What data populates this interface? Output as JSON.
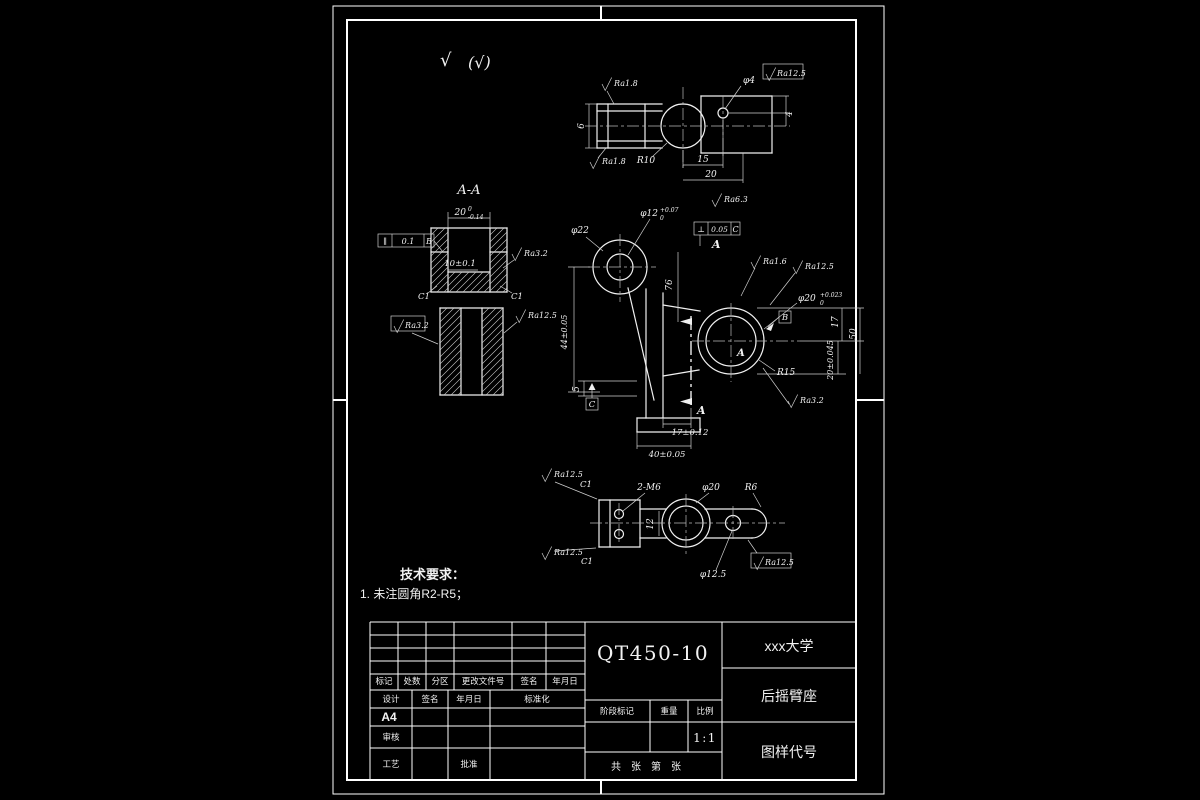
{
  "tb": {
    "code": "QT450-10",
    "university": "xxx大学",
    "part_name": "后摇臂座",
    "code_label": "图样代号",
    "rev": [
      "标记",
      "处数",
      "分区",
      "更改文件号",
      "签名",
      "年月日"
    ],
    "row2": [
      "设计",
      "签名",
      "年月日",
      "标准化"
    ],
    "paper": "A4",
    "shenhe": "审核",
    "gongyi": "工艺",
    "pizhun": "批准",
    "stage": "阶段标记",
    "weight": "重量",
    "scale": "比例",
    "scale_value": "1:1",
    "sheets": "共 张 第 张"
  },
  "tech": {
    "heading": "技术要求：",
    "item1": "1. 未注圆角R2-R5；"
  },
  "marks": {
    "check": "√",
    "check_paren": "(√)"
  },
  "top": {
    "ra18_a": "Ra1.8",
    "ra18_b": "Ra1.8",
    "r10": "R10",
    "d15": "15",
    "d20": "20",
    "phi4": "φ4",
    "ra125": "Ra12.5",
    "d6": "6",
    "d4": "4"
  },
  "section": {
    "label": "A-A",
    "d20": "20",
    "d20_up": "0",
    "d20_lo": "-0.14",
    "gdt_sym": "∥",
    "gdt_val": "0.1",
    "gdt_ref": "B",
    "d10": "10±0.1",
    "ra32_r": "Ra3.2",
    "c1_l": "C1",
    "c1_r": "C1",
    "ra125": "Ra12.5",
    "ra32_l": "Ra3.2"
  },
  "front": {
    "phi22": "φ22",
    "phi12": "φ12",
    "phi12_up": "+0.07",
    "phi12_lo": "0",
    "ra63": "Ra6.3",
    "gdt_sym": "⊥",
    "gdt_val": "0.05",
    "gdt_ref": "C",
    "a1": "A",
    "a2": "A",
    "a3": "A",
    "d76": "76",
    "ra16": "Ra1.6",
    "ra125": "Ra12.5",
    "phi20": "φ20",
    "phi20_up": "+0.023",
    "phi20_lo": "0",
    "datum_b": "B",
    "datum_c": "C",
    "d17": "17",
    "d50": "50",
    "d20t": "20±0.045",
    "r15": "R15",
    "d44": "44±0.05",
    "d5": "5",
    "d17t": "17±0.12",
    "d40": "40±0.05",
    "ra32": "Ra3.2"
  },
  "bottom": {
    "ra125_tl": "Ra12.5",
    "c1_t": "C1",
    "m6": "2-M6",
    "phi20": "φ20",
    "r6": "R6",
    "d12": "12",
    "ra125_bl": "Ra12.5",
    "c1_b": "C1",
    "phi125": "φ12.5",
    "ra125_br": "Ra12.5"
  }
}
